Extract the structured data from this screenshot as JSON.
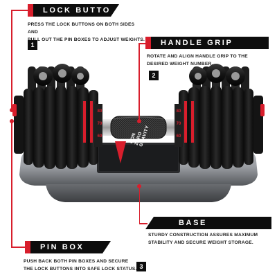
{
  "callouts": {
    "lock_button": {
      "title": "LOCK BUTTON",
      "line1": "PRESS THE LOCK BUTTONS ON BOTH SIDES AND",
      "line2": "PULL OUT THE PIN BOXES TO ADJUST WEIGHTS.",
      "number": "1"
    },
    "handle_grip": {
      "title": "HANDLE GRIP",
      "line1": "ROTATE AND ALIGN HANDLE GRIP TO THE",
      "line2": "DESIRED WEIGHT NUMBER.",
      "number": "2"
    },
    "base": {
      "title": "BASE",
      "line1": "STURDY CONSTRUCTION ASSURES MAXIMUM",
      "line2": "STABILITY AND SECURE WEIGHT STORAGE."
    },
    "pin_box": {
      "title": "PIN BOX",
      "line1": "PUSH BACK BOTH PIN BOXES AND SECURE",
      "line2": "THE LOCK BUTTONS INTO SAFE LOCK STATUS.",
      "number": "3"
    }
  },
  "product": {
    "brand_line1": "NON",
    "brand_line2": "ZERO",
    "brand_line3": "GRAVITY",
    "weight_left_1": "80",
    "weight_left_2": "70",
    "weight_left_3": "60",
    "weight_right_1": "80",
    "weight_right_2": "70",
    "weight_right_3": "60"
  },
  "colors": {
    "accent": "#d81e2c",
    "label_bg": "#0d0d0d",
    "base_gray": "#8d9094"
  }
}
